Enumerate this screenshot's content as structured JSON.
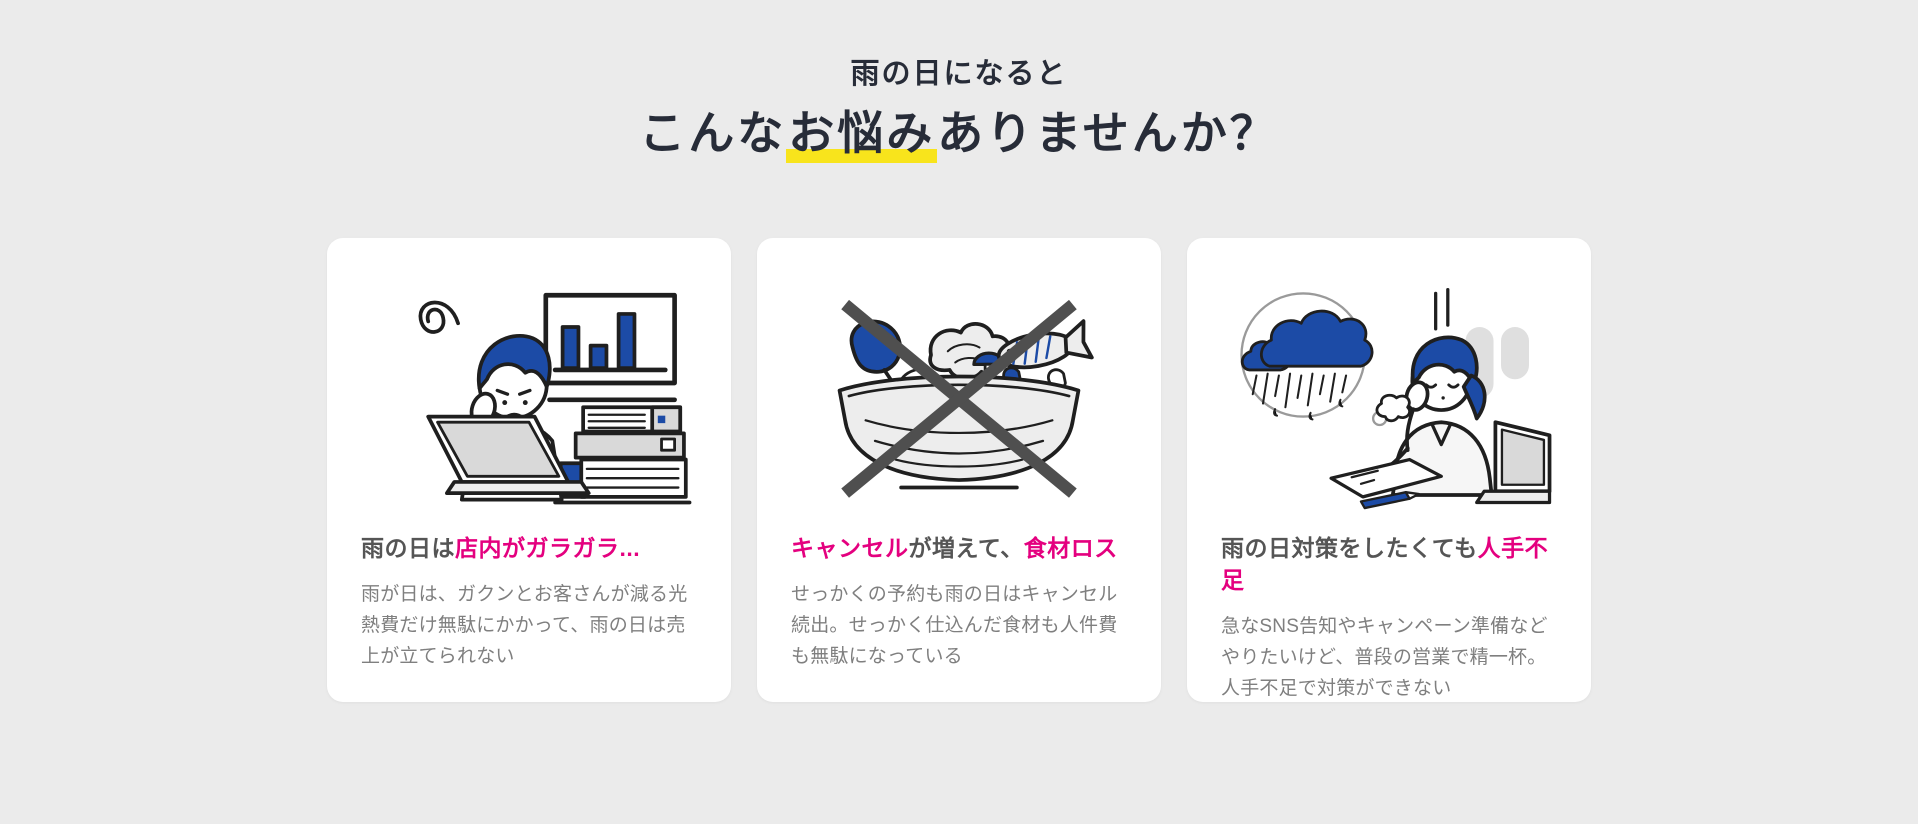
{
  "theme": {
    "page_bg": "#ebebeb",
    "card_bg": "#ffffff",
    "heading_color": "#272c38",
    "title_gray": "#555555",
    "body_gray": "#7f7f7f",
    "accent_pink": "#e4007f",
    "accent_blue": "#1c4ba6",
    "highlight_yellow": "#f8e41c",
    "cross_gray": "#4f4f4f"
  },
  "header": {
    "eyebrow": "雨の日になると",
    "title": {
      "prefix": "こんな",
      "highlight": "お悩み",
      "suffix": "ありませんか？"
    }
  },
  "cards": [
    {
      "illustration": "worried-owner-at-laptop-with-sales-bar-chart-icon",
      "title": [
        {
          "text": "雨の日は",
          "accent": false
        },
        {
          "text": "店内がガラガラ...",
          "accent": true
        }
      ],
      "body": "雨が日は、ガクンとお客さんが減る光熱費だけ無駄にかかって、雨の日は売上が立てられない"
    },
    {
      "illustration": "crossed-out-food-basket-icon",
      "title": [
        {
          "text": "キャンセル",
          "accent": true
        },
        {
          "text": "が増えて、",
          "accent": false
        },
        {
          "text": "食材ロス",
          "accent": true
        }
      ],
      "body": "せっかくの予約も雨の日はキャンセル続出。せっかく仕込んだ食材も人件費も無駄になっている"
    },
    {
      "illustration": "busy-owner-thinking-of-rain-cloud-icon",
      "title": [
        {
          "text": "雨の日対策をしたくても",
          "accent": false
        },
        {
          "text": "人手不足",
          "accent": true
        }
      ],
      "body": "急なSNS告知やキャンペーン準備などやりたいけど、普段の営業で精一杯。人手不足で対策ができない"
    }
  ]
}
